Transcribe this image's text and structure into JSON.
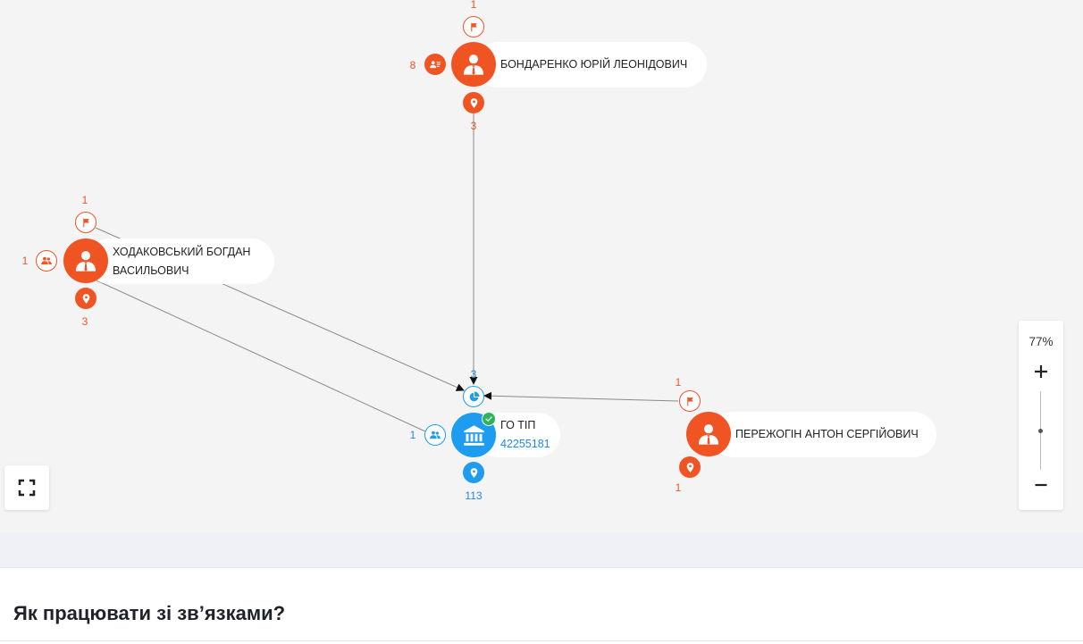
{
  "colors": {
    "person": "#f05423",
    "company": "#1e9cf0",
    "verified": "#2db55d",
    "edge": "#8a8a8a",
    "canvas": "#f4f4f5"
  },
  "nodes": {
    "bondarenko": {
      "name": "БОНДАРЕНКО ЮРІЙ ЛЕОНІДОВИЧ",
      "icon": "person-icon",
      "flags_count": "1",
      "contacts_count": "8",
      "locations_count": "3"
    },
    "khodakovskyi": {
      "name": "ХОДАКОВСЬКИЙ БОГДАН ВАСИЛЬОВИЧ",
      "icon": "person-icon",
      "flags_count": "1",
      "relations_count": "1",
      "locations_count": "3"
    },
    "go_tip": {
      "name": "ГО ТІП",
      "code": "42255181",
      "icon": "bank-icon",
      "verified": true,
      "founders_count": "3",
      "relations_count": "1",
      "locations_count": "113"
    },
    "perezhohin": {
      "name": "ПЕРЕЖОГІН АНТОН СЕРГІЙОВИЧ",
      "icon": "person-icon",
      "flags_count": "1",
      "locations_count": "1"
    }
  },
  "edges": [
    {
      "from": "bondarenko",
      "to": "go_tip"
    },
    {
      "from": "khodakovskyi",
      "to": "go_tip"
    },
    {
      "from": "khodakovskyi",
      "to": "go_tip"
    },
    {
      "from": "perezhohin",
      "to": "go_tip"
    }
  ],
  "controls": {
    "zoom_level": "77%",
    "zoom": 0.77,
    "zoom_in_icon": "plus-icon",
    "zoom_out_icon": "minus-icon",
    "fullscreen_icon": "fullscreen-icon"
  },
  "help": {
    "title": "Як працювати зі зв’язками?"
  }
}
